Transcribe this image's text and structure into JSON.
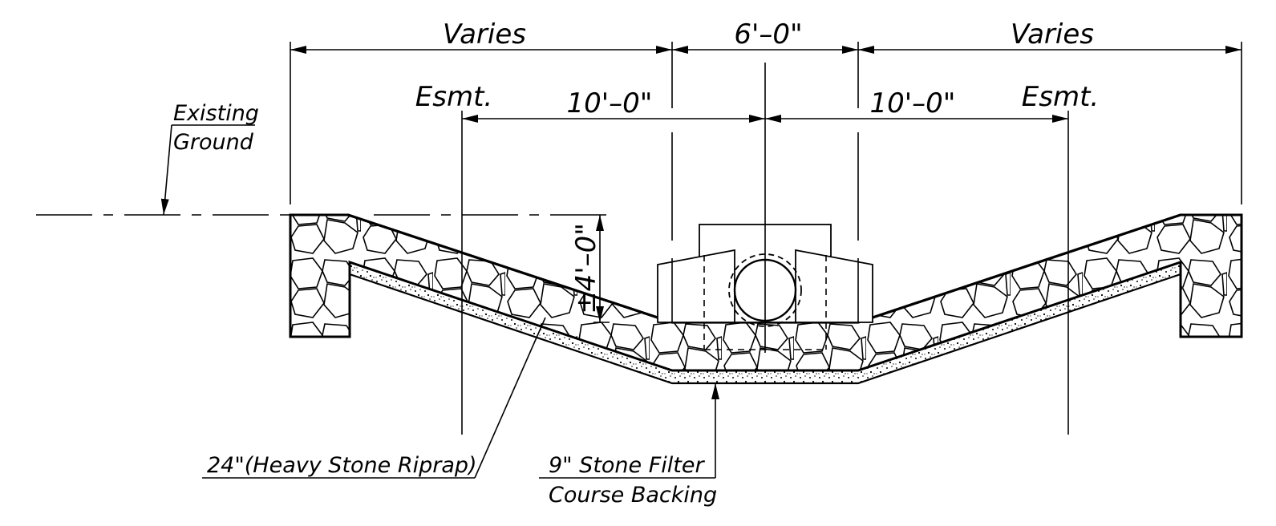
{
  "labels": {
    "varies_left": "Varies",
    "varies_right": "Varies",
    "width_center": "6'–0\"",
    "esmt_left": "Esmt.",
    "esmt_right": "Esmt.",
    "ten_left": "10'–0\"",
    "ten_right": "10'–0\"",
    "depth": "±4'–0\"",
    "existing_ground_1": "Existing",
    "existing_ground_2": "Ground",
    "riprap": "24\"(Heavy Stone Riprap)",
    "filter_1": "9\" Stone Filter",
    "filter_2": "Course Backing"
  },
  "colors": {
    "line": "#000000",
    "background": "#ffffff"
  }
}
